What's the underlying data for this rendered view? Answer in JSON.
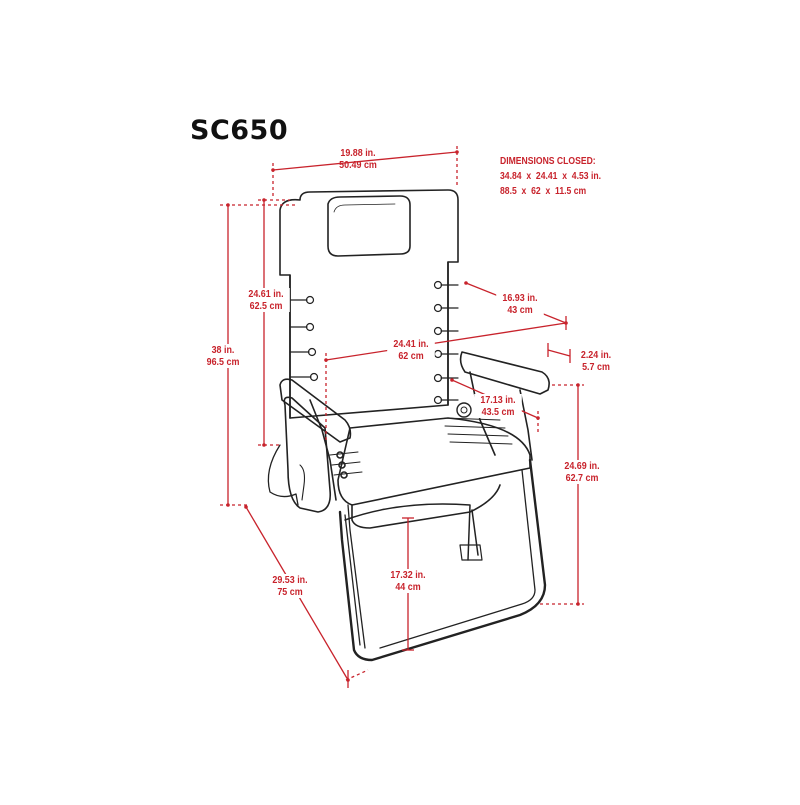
{
  "title": "SC650",
  "dimensions_closed": {
    "heading": "DIMENSIONS CLOSED:",
    "imperial": "34.84  x  24.41  x  4.53 in.",
    "metric": "88.5  x  62  x  11.5 cm"
  },
  "dimensions": {
    "top_width": {
      "in": "19.88 in.",
      "cm": "50.49 cm"
    },
    "overall_height": {
      "in": "38 in.",
      "cm": "96.5 cm"
    },
    "back_height": {
      "in": "24.61 in.",
      "cm": "62.5 cm"
    },
    "seat_width": {
      "in": "24.41 in.",
      "cm": "62 cm"
    },
    "seat_depth": {
      "in": "16.93 in.",
      "cm": "43 cm"
    },
    "armrest_width": {
      "in": "2.24 in.",
      "cm": "5.7 cm"
    },
    "armrest_depth": {
      "in": "17.13 in.",
      "cm": "43.5 cm"
    },
    "armrest_height": {
      "in": "24.69 in.",
      "cm": "62.7 cm"
    },
    "seat_height": {
      "in": "17.32 in.",
      "cm": "44 cm"
    },
    "base_depth": {
      "in": "29.53 in.",
      "cm": "75 cm"
    }
  },
  "colors": {
    "dimension": "#c8232c",
    "outline": "#222222",
    "frame": "#2a2a2a"
  }
}
